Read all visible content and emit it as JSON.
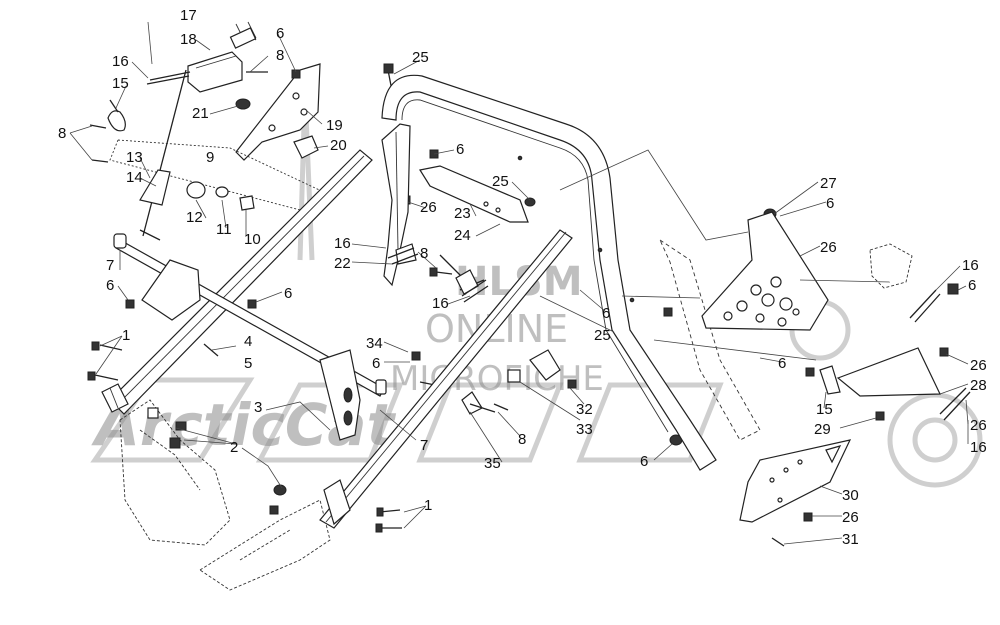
{
  "watermark": {
    "line1": "HLSM",
    "line2": "ONLINE",
    "line3": "MICROFICHE",
    "brand": "ArcticCat"
  },
  "callouts": {
    "c17": "17",
    "c18": "18",
    "c16a": "16",
    "c15a": "15",
    "c8a": "8",
    "c6a": "6",
    "c8b": "8",
    "c21": "21",
    "c19": "19",
    "c20": "20",
    "c13": "13",
    "c14": "14",
    "c9": "9",
    "c12": "12",
    "c11": "11",
    "c10": "10",
    "c25a": "25",
    "c6b": "6",
    "c25b": "25",
    "c26a": "26",
    "c23": "23",
    "c24": "24",
    "c16b": "16",
    "c22": "22",
    "c8c": "8",
    "c16c": "16",
    "c7a": "7",
    "c6c": "6",
    "c6d": "6",
    "c1a": "1",
    "c4": "4",
    "c5": "5",
    "c3": "3",
    "c2": "2",
    "c34": "34",
    "c6e": "6",
    "c7b": "7",
    "c6f": "6",
    "c25c": "25",
    "c32": "32",
    "c33": "33",
    "c8d": "8",
    "c35": "35",
    "c1b": "1",
    "c27": "27",
    "c6g": "6",
    "c26b": "26",
    "c16d": "16",
    "c6h": "6",
    "c6i": "6",
    "c26c": "26",
    "c28": "28",
    "c15b": "15",
    "c29": "29",
    "c26d": "26",
    "c16e": "16",
    "c6j": "6",
    "c30": "30",
    "c26e": "26",
    "c31": "31"
  }
}
